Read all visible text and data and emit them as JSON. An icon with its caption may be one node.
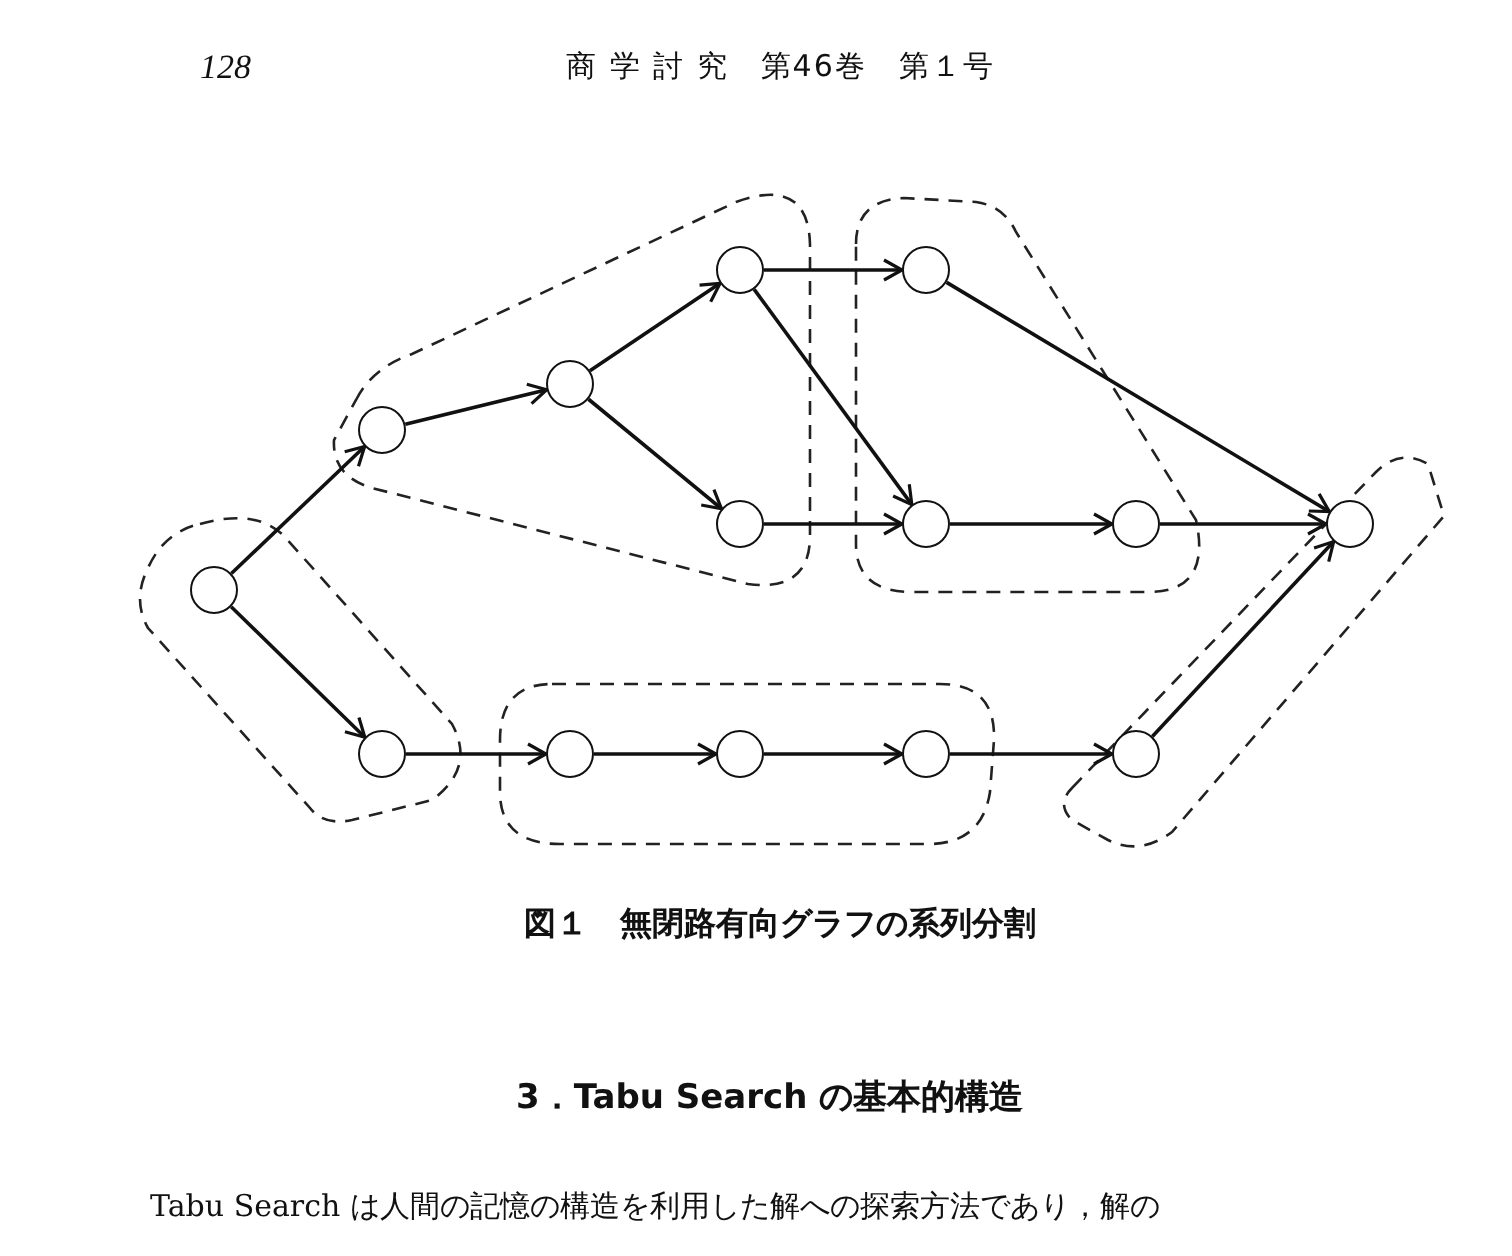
{
  "diagram": {
    "caption": "図１　無閉路有向グラフの系列分割",
    "nodes": [
      {
        "text": [],
        "shape": "box"
      },
      {
        "text": [],
        "shape": "circle",
        "in": 0
      },
      {
        "text": [],
        "shape": "circle",
        "in": 0
      },
      {
        "text": [],
        "shape": "box"
      },
      {
        "text": [],
        "shape": "circle",
        "in": 3
      },
      {
        "text": [],
        "shape": "circle",
        "in": 3
      },
      {
        "text": [],
        "shape": "circle",
        "in": 3
      },
      {
        "text": [],
        "shape": "circle",
        "in": 3
      },
      {
        "text": [],
        "shape": "box"
      },
      {
        "text": [],
        "shape": "circle",
        "in": 8
      },
      {
        "text": [],
        "shape": "circle",
        "in": 8
      },
      {
        "text": [],
        "shape": "circle",
        "in": 8
      },
      {
        "text": [],
        "shape": "box"
      },
      {
        "text": [],
        "shape": "circle",
        "in": 12
      },
      {
        "text": [],
        "shape": "circle",
        "in": 12
      },
      {
        "text": [],
        "shape": "circle",
        "in": 12
      },
      {
        "text": [],
        "shape": "box"
      },
      {
        "text": [],
        "shape": "circle",
        "in": 16
      },
      {
        "text": [],
        "shape": "circle",
        "in": 16
      }
    ],
    "edges": [
      {
        "from": 1,
        "to": 4,
        "arrow": "to"
      },
      {
        "from": 1,
        "to": 2,
        "arrow": "to"
      },
      {
        "from": 4,
        "to": 5,
        "arrow": "to"
      },
      {
        "from": 5,
        "to": 6,
        "arrow": "to"
      },
      {
        "from": 5,
        "to": 7,
        "arrow": "to"
      },
      {
        "from": 6,
        "to": 9,
        "arrow": "to"
      },
      {
        "from": 6,
        "to": 10,
        "arrow": "to"
      },
      {
        "from": 7,
        "to": 10,
        "arrow": "to"
      },
      {
        "from": 10,
        "to": 11,
        "arrow": "to"
      },
      {
        "from": 11,
        "to": 18,
        "arrow": "to"
      },
      {
        "from": 9,
        "to": 18,
        "arrow": "to"
      },
      {
        "from": 2,
        "to": 13,
        "arrow": "to"
      },
      {
        "from": 13,
        "to": 14,
        "arrow": "to"
      },
      {
        "from": 14,
        "to": 15,
        "arrow": "to"
      },
      {
        "from": 15,
        "to": 17,
        "arrow": "to"
      },
      {
        "from": 17,
        "to": 18,
        "arrow": "to"
      }
    ],
    "labels": [
      "128",
      "商 学 討 究　第46巻　第１号",
      "3．Tabu Search の基本的構造",
      "Tabu Search は人間の記憶の構造を利用した解への探索方法であり，解の"
    ]
  }
}
